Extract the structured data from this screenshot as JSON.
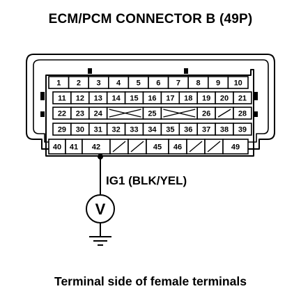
{
  "title": "ECM/PCM CONNECTOR B (49P)",
  "caption": "Terminal side of female terminals",
  "wire_label": "IG1 (BLK/YEL)",
  "meter_symbol": "V",
  "rows": [
    [
      "1",
      "2",
      "3",
      "4",
      "5",
      "6",
      "7",
      "8",
      "9",
      "10"
    ],
    [
      "11",
      "12",
      "13",
      "14",
      "15",
      "16",
      "17",
      "18",
      "19",
      "20",
      "21"
    ],
    [
      "22",
      "23",
      "24",
      "",
      "",
      "25",
      "",
      "",
      "26",
      "",
      "28"
    ],
    [
      "29",
      "30",
      "31",
      "32",
      "33",
      "34",
      "35",
      "36",
      "37",
      "38",
      "39"
    ],
    [
      "40",
      "41",
      "42",
      "",
      "",
      "45",
      "46",
      "",
      "",
      "49"
    ]
  ]
}
